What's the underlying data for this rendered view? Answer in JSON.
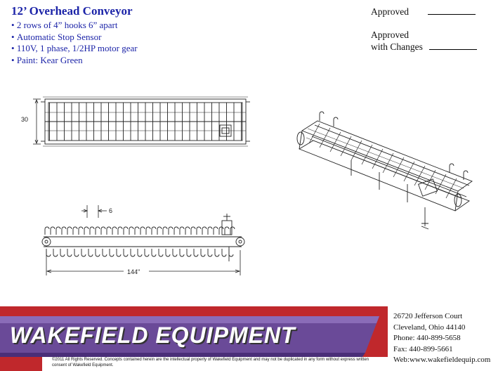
{
  "header": {
    "title": "12’ Overhead Conveyor",
    "bullets": [
      "2 rows of 4” hooks 6” apart",
      "Automatic Stop Sensor",
      "110V, 1 phase, 1/2HP motor gear",
      "Paint: Kear Green"
    ]
  },
  "approvals": {
    "approved_label": "Approved",
    "approved_changes_line1": "Approved",
    "approved_changes_line2": "with Changes"
  },
  "drawing": {
    "dim_width": "30",
    "dim_spacing": "6",
    "dim_length": "144\""
  },
  "footer": {
    "logo": "WAKEFIELD EQUIPMENT",
    "legal": "©2011 All Rights Reserved. Concepts contained herein are the intellectual property of Wakefield Equipment and may not be duplicated in any form without express written consent of Wakefield Equipment.",
    "address_line1": "26720 Jefferson Court",
    "address_line2": "Cleveland, Ohio 44140",
    "phone": "Phone: 440-899-5658",
    "fax": "Fax: 440-899-5661",
    "web": "Web:www.wakefieldequip.com"
  },
  "colors": {
    "title_blue": "#1c24a8",
    "band_purple": "#6a4a98",
    "band_red": "#c0282c"
  }
}
